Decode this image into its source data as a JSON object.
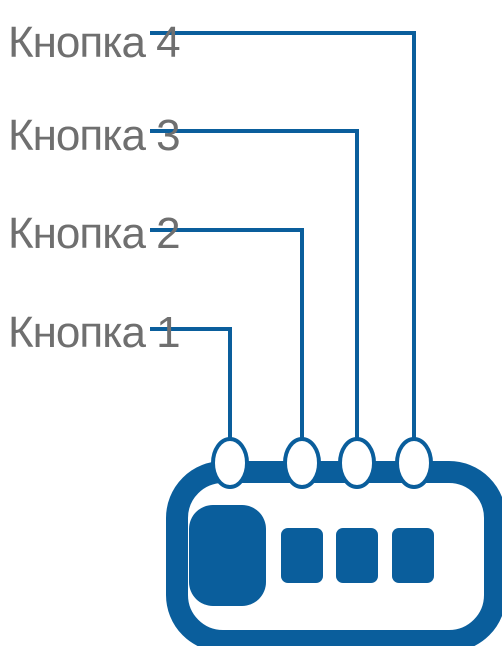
{
  "labels": {
    "button_4": "Кнопка 4",
    "button_3": "Кнопка 3",
    "button_2": "Кнопка 2",
    "button_1": "Кнопка 1"
  },
  "colors": {
    "accent": "#0a5e9c",
    "label_text": "#6f6f6f",
    "background": "#ffffff"
  }
}
